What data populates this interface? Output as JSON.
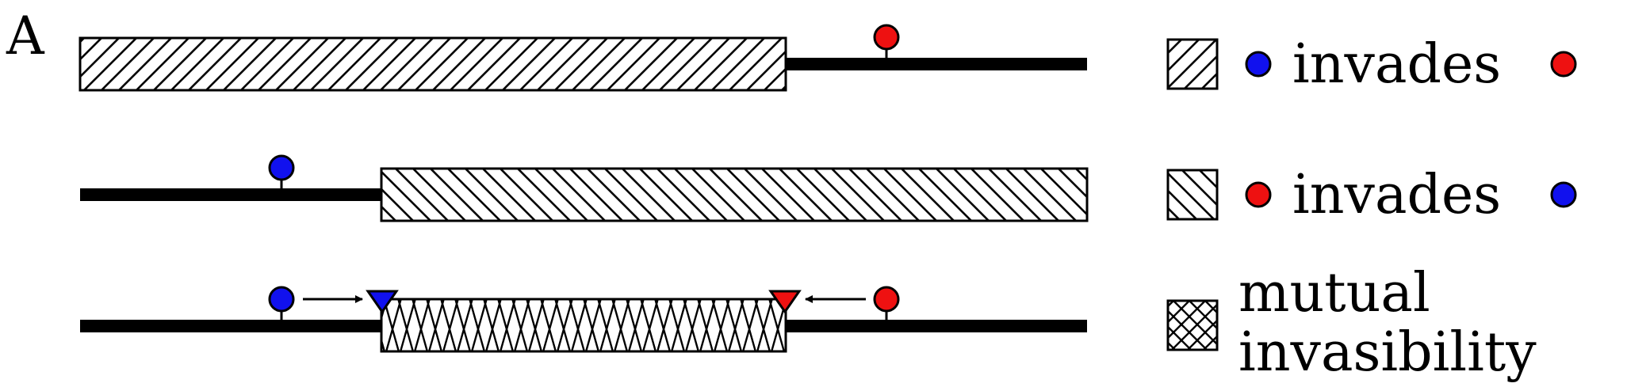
{
  "panel_label": "A",
  "legend": {
    "items": [
      {
        "pattern": "hatch-forward",
        "left_color": "blue",
        "text": "invades",
        "right_color": "red"
      },
      {
        "pattern": "hatch-backward",
        "left_color": "red",
        "text": "invades",
        "right_color": "blue"
      },
      {
        "pattern": "cross-hatch",
        "line1": "mutual",
        "line2": "invasibility"
      }
    ]
  },
  "colors": {
    "red": "#ee1111",
    "blue": "#1111ee",
    "line": "#000000",
    "background": "#ffffff"
  },
  "rows": [
    {
      "region_pattern": "hatch-forward",
      "markers": [
        "red-circle"
      ]
    },
    {
      "region_pattern": "hatch-backward",
      "markers": [
        "blue-circle"
      ]
    },
    {
      "region_pattern": "cross-hatch",
      "markers": [
        "blue-circle",
        "blue-triangle",
        "red-triangle",
        "red-circle",
        "arrow-right",
        "arrow-left"
      ]
    }
  ]
}
